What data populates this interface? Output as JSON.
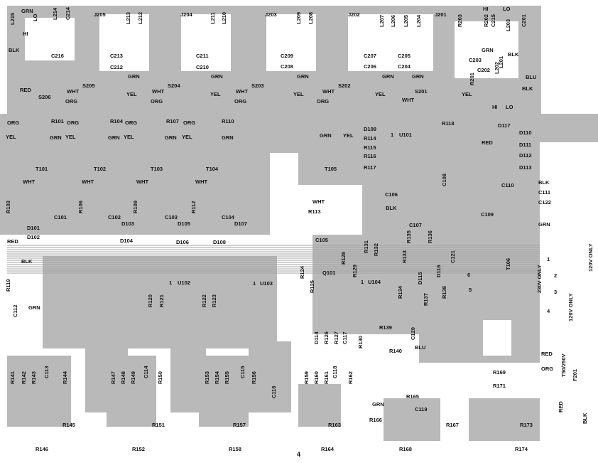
{
  "page_number": "4",
  "colors": {
    "board": "#b9b9b9",
    "trace": "#a3a3a3",
    "ink": "#111111",
    "paper": "#ffffff"
  },
  "labels": [
    "L215",
    "GRN",
    "LO",
    "L214",
    "C214",
    "HI",
    "BLK",
    "C216",
    "J205",
    "L213",
    "L212",
    "C213",
    "C212",
    "GRN",
    "S205",
    "WHT",
    "YEL",
    "ORG",
    "RED",
    "S206",
    "J204",
    "L211",
    "L210",
    "C211",
    "C210",
    "S204",
    "WHT",
    "YEL",
    "GRN",
    "ORG",
    "J203",
    "L209",
    "L208",
    "C209",
    "C208",
    "GRN",
    "S203",
    "WHT",
    "YEL",
    "ORG",
    "J202",
    "L207",
    "L206",
    "L205",
    "L204",
    "J201",
    "C207",
    "C206",
    "C205",
    "C204",
    "GRN",
    "S202",
    "WHT",
    "YEL",
    "ORG",
    "GRN",
    "S201",
    "WHT",
    "YEL",
    "R203",
    "HI",
    "R202",
    "C215",
    "LO",
    "L203",
    "C201",
    "GRN",
    "C203",
    "BLK",
    "L201",
    "C202",
    "L202",
    "BLU",
    "R201",
    "BLK",
    "HI",
    "LO",
    "ORG",
    "R101",
    "ORG",
    "R104",
    "ORG",
    "R107",
    "ORG",
    "R110",
    "YEL",
    "GRN",
    "YEL",
    "GRN",
    "YEL",
    "GRN",
    "YEL",
    "GRN",
    "T101",
    "T102",
    "T103",
    "T104",
    "GRN",
    "YEL",
    "T105",
    "D109",
    "R114",
    "R115",
    "R116",
    "R117",
    "1",
    "U101",
    "R118",
    "D117",
    "RED",
    "D110",
    "D111",
    "D112",
    "D113",
    "C108",
    "C106",
    "C110",
    "BLK",
    "C111",
    "C122",
    "WHT",
    "R113",
    "BLK",
    "C107",
    "C109",
    "GRN",
    "WHT",
    "WHT",
    "WHT",
    "WHT",
    "R103",
    "C101",
    "R106",
    "C102",
    "R109",
    "C103",
    "R112",
    "C104",
    "D101",
    "D102",
    "D103",
    "D104",
    "D105",
    "D106",
    "D107",
    "D108",
    "RED",
    "C105",
    "R128",
    "R131",
    "R132",
    "R133",
    "R135",
    "R136",
    "D115",
    "D116",
    "C121",
    "6",
    "5",
    "1",
    "2",
    "3",
    "4",
    "230V ONLY",
    "120V ONLY",
    "120V ONLY",
    "T106",
    "BLK",
    "R119",
    "C112",
    "GRN",
    "1",
    "U102",
    "R120",
    "R121",
    "R122",
    "R123",
    "Q101",
    "R124",
    "R125",
    "1",
    "U103",
    "R129",
    "1",
    "U104",
    "R134",
    "R137",
    "R138",
    "C120",
    "R139",
    "R140",
    "BLU",
    "D114",
    "R126",
    "R127",
    "C117",
    "R130",
    "C116",
    "R141",
    "R142",
    "R143",
    "C113",
    "R144",
    "R147",
    "R148",
    "R149",
    "C114",
    "R150",
    "R153",
    "R154",
    "R155",
    "C115",
    "R156",
    "R159",
    "R160",
    "R161",
    "C118",
    "R162",
    "R145",
    "R146",
    "R151",
    "R152",
    "R157",
    "R158",
    "R163",
    "R164",
    "R165",
    "GRN",
    "C119",
    "R166",
    "R167",
    "R168",
    "R169",
    "ORG",
    "RED",
    "R171",
    "T50/250V",
    "F201",
    "RED",
    "BLK",
    "R173",
    "R174"
  ]
}
